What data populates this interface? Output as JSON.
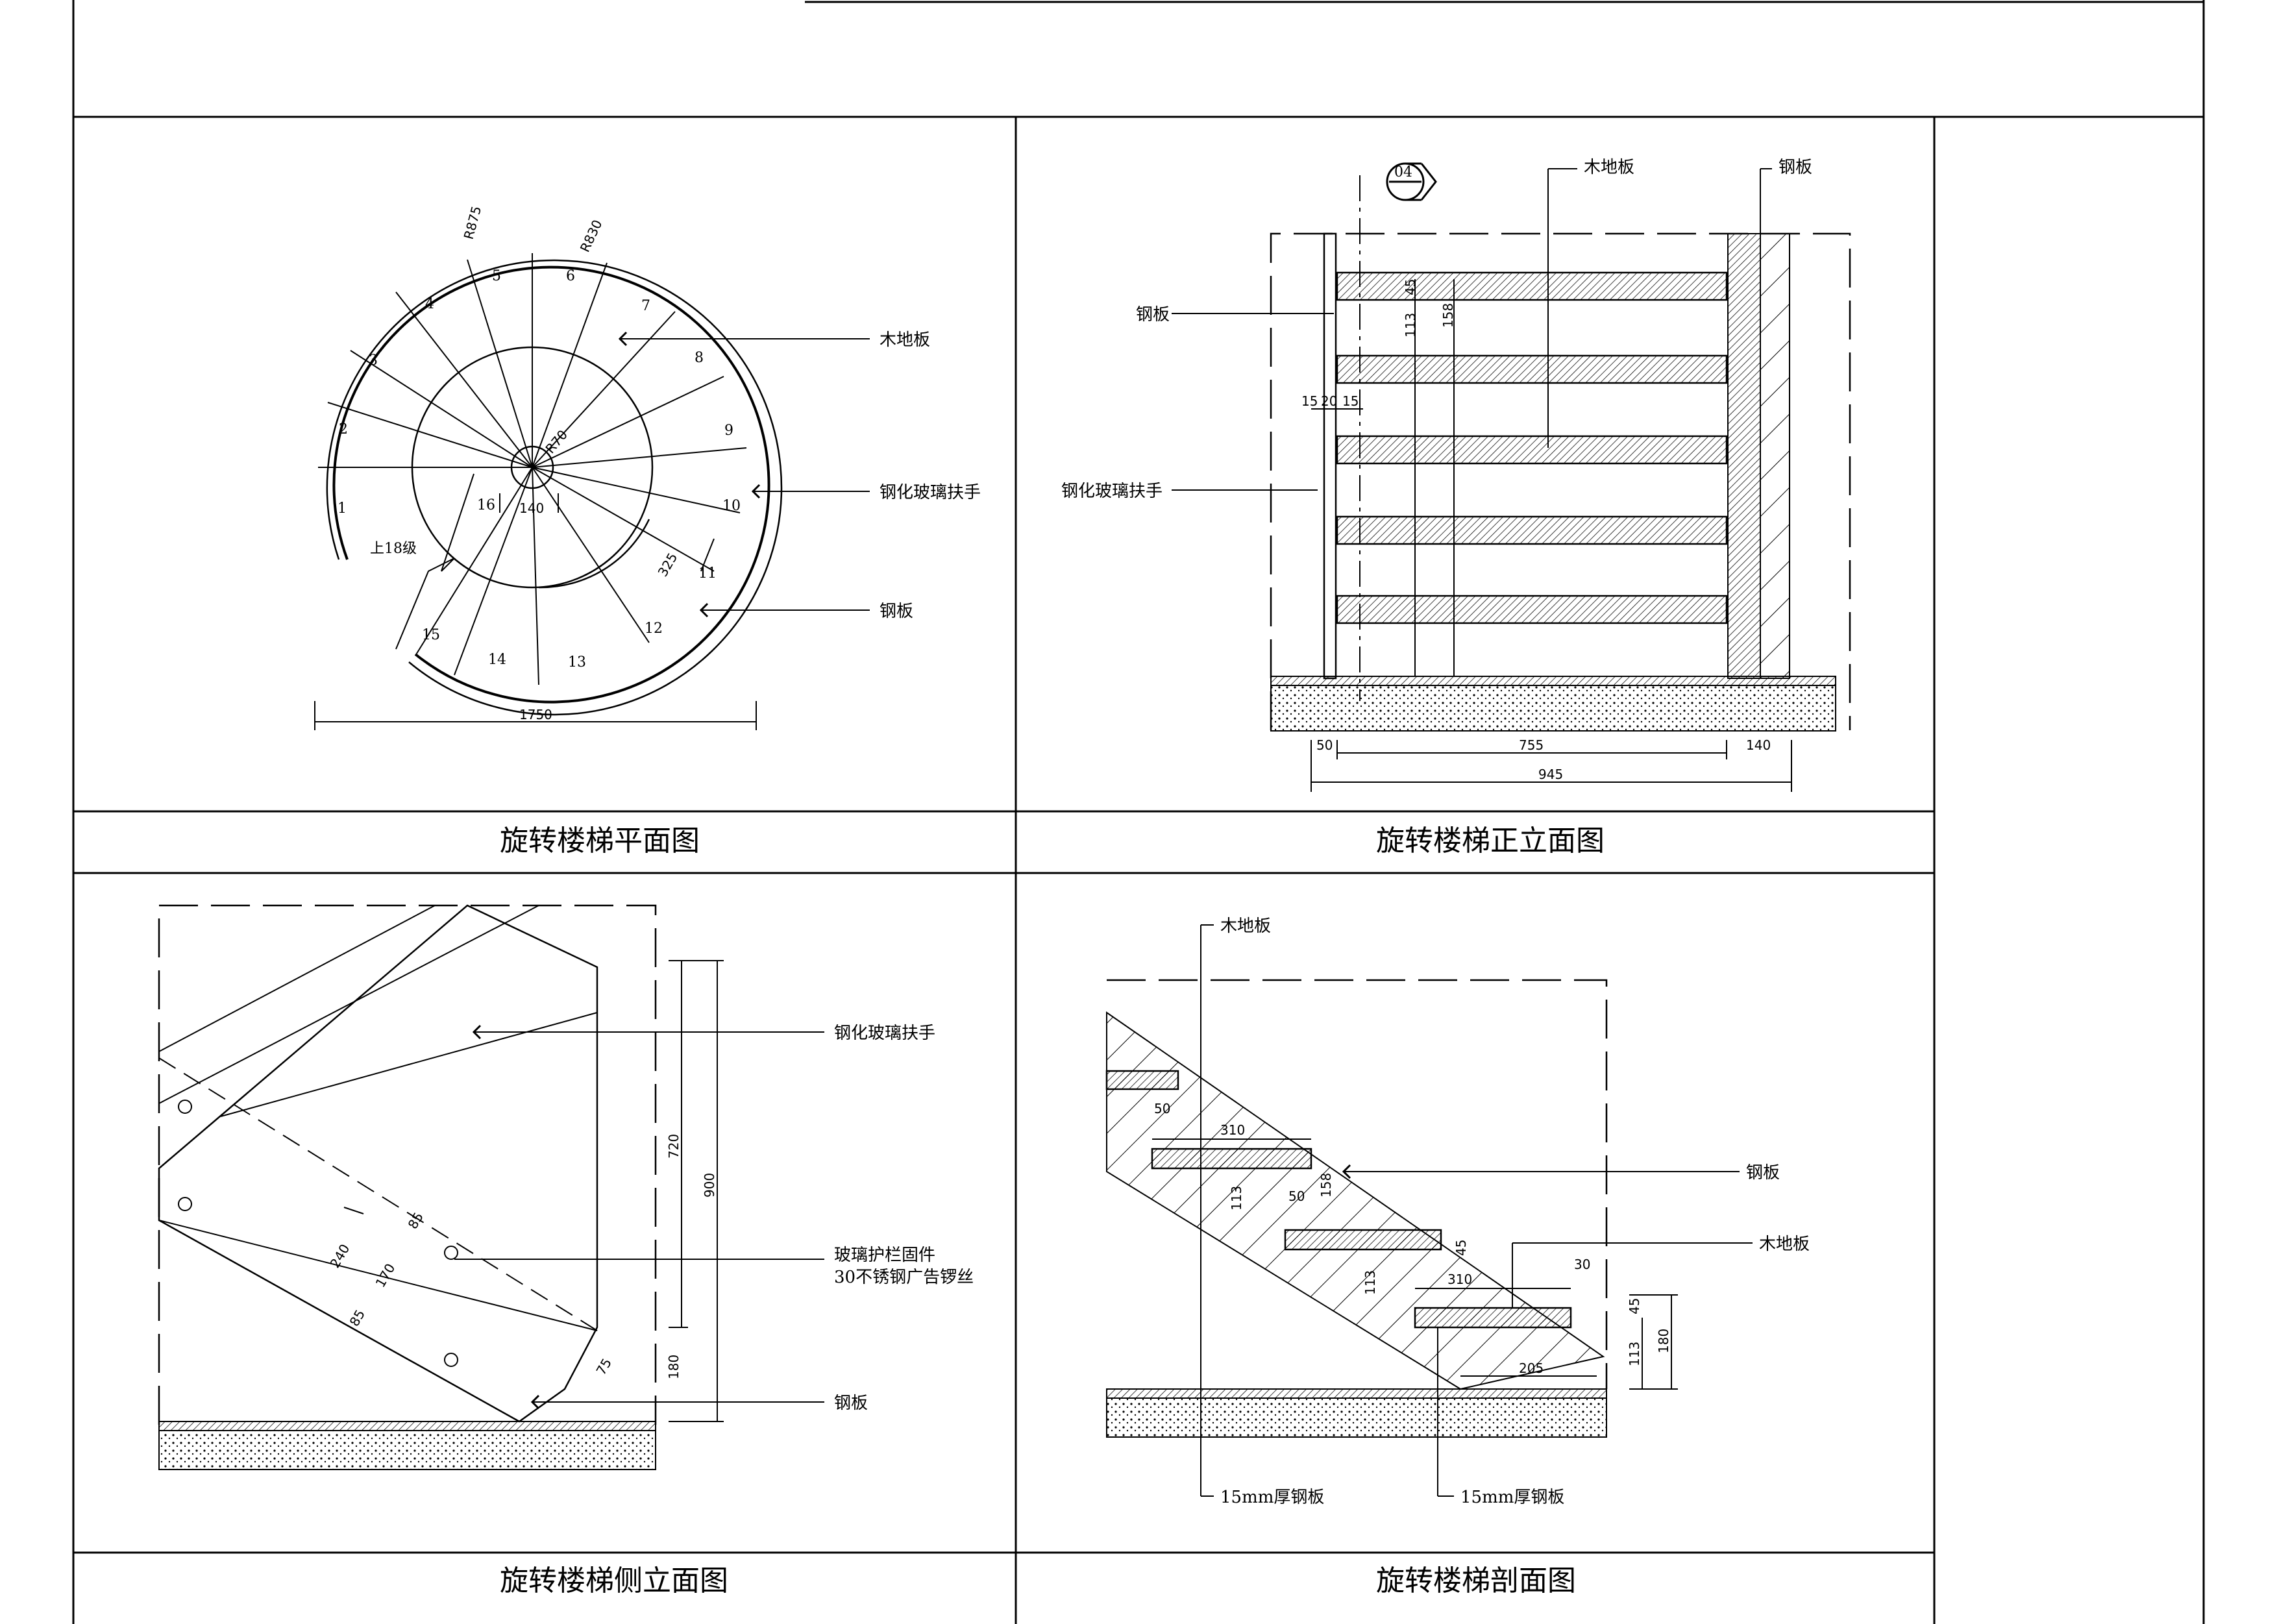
{
  "views": {
    "plan": {
      "title": "旋转楼梯平面图",
      "labels": {
        "wood_floor": "木地板",
        "glass_handrail": "钢化玻璃扶手",
        "steel_plate": "钢板",
        "up_steps": "上18级"
      },
      "dims": {
        "r875": "R875",
        "r830": "R830",
        "r70": "R70",
        "d140": "140",
        "d325": "325",
        "d1750": "1750"
      },
      "steps": [
        "1",
        "2",
        "3",
        "4",
        "5",
        "6",
        "7",
        "8",
        "9",
        "10",
        "11",
        "12",
        "13",
        "14",
        "15",
        "16"
      ]
    },
    "front": {
      "title": "旋转楼梯正立面图",
      "labels": {
        "wood_floor": "木地板",
        "steel_plate_right": "钢板",
        "steel_plate_left": "钢板",
        "glass_handrail": "钢化玻璃扶手"
      },
      "section_mark": "04",
      "dims": {
        "d45": "45",
        "d113": "113",
        "d158": "158",
        "d15a": "15",
        "d20": "20",
        "d15b": "15",
        "d50": "50",
        "d755": "755",
        "d140": "140",
        "d945": "945"
      }
    },
    "side": {
      "title": "旋转楼梯侧立面图",
      "labels": {
        "glass_handrail": "钢化玻璃扶手",
        "fixing_1": "玻璃护栏固件",
        "fixing_2": "30不锈钢广告锣丝",
        "steel_plate": "钢板"
      },
      "dims": {
        "d720": "720",
        "d900": "900",
        "d180": "180",
        "d240": "240",
        "d170": "170",
        "d85a": "85",
        "d85b": "85",
        "d75": "75"
      }
    },
    "section": {
      "title": "旋转楼梯剖面图",
      "labels": {
        "wood_floor_top": "木地板",
        "steel_plate": "钢板",
        "wood_floor_right": "木地板",
        "plate_15mm_left": "15mm厚钢板",
        "plate_15mm_right": "15mm厚钢板"
      },
      "dims": {
        "d50a": "50",
        "d310a": "310",
        "d113a": "113",
        "d50b": "50",
        "d158": "158",
        "d45a": "45",
        "d113b": "113",
        "d310b": "310",
        "d30": "30",
        "d45b": "45",
        "d113c": "113",
        "d180": "180",
        "d205": "205"
      }
    }
  }
}
